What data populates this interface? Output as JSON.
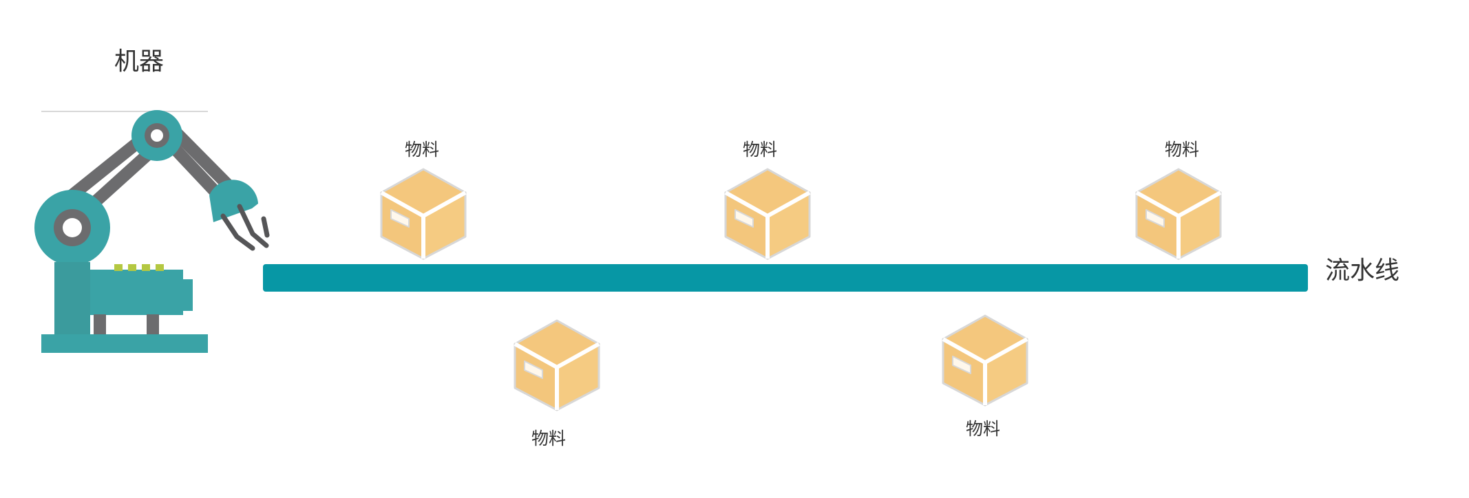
{
  "diagram": {
    "machine": {
      "label": "机器",
      "icon": "robot-arm-icon",
      "colors": {
        "teal": "#3aa3a6",
        "gray": "#6c6c6e",
        "accent": "#b4c842"
      }
    },
    "conveyor": {
      "label": "流水线",
      "icon": "conveyor-belt",
      "color": "#0797a5"
    },
    "materials": [
      {
        "label": "物料",
        "icon": "box-icon"
      },
      {
        "label": "物料",
        "icon": "box-icon"
      },
      {
        "label": "物料",
        "icon": "box-icon"
      },
      {
        "label": "物料",
        "icon": "box-icon"
      },
      {
        "label": "物料",
        "icon": "box-icon"
      }
    ],
    "box_colors": {
      "top": "#f4c77d",
      "left": "#f3c67c",
      "right": "#f5cb82",
      "stroke": "#ffffff",
      "outline": "#d7d7d7"
    }
  }
}
